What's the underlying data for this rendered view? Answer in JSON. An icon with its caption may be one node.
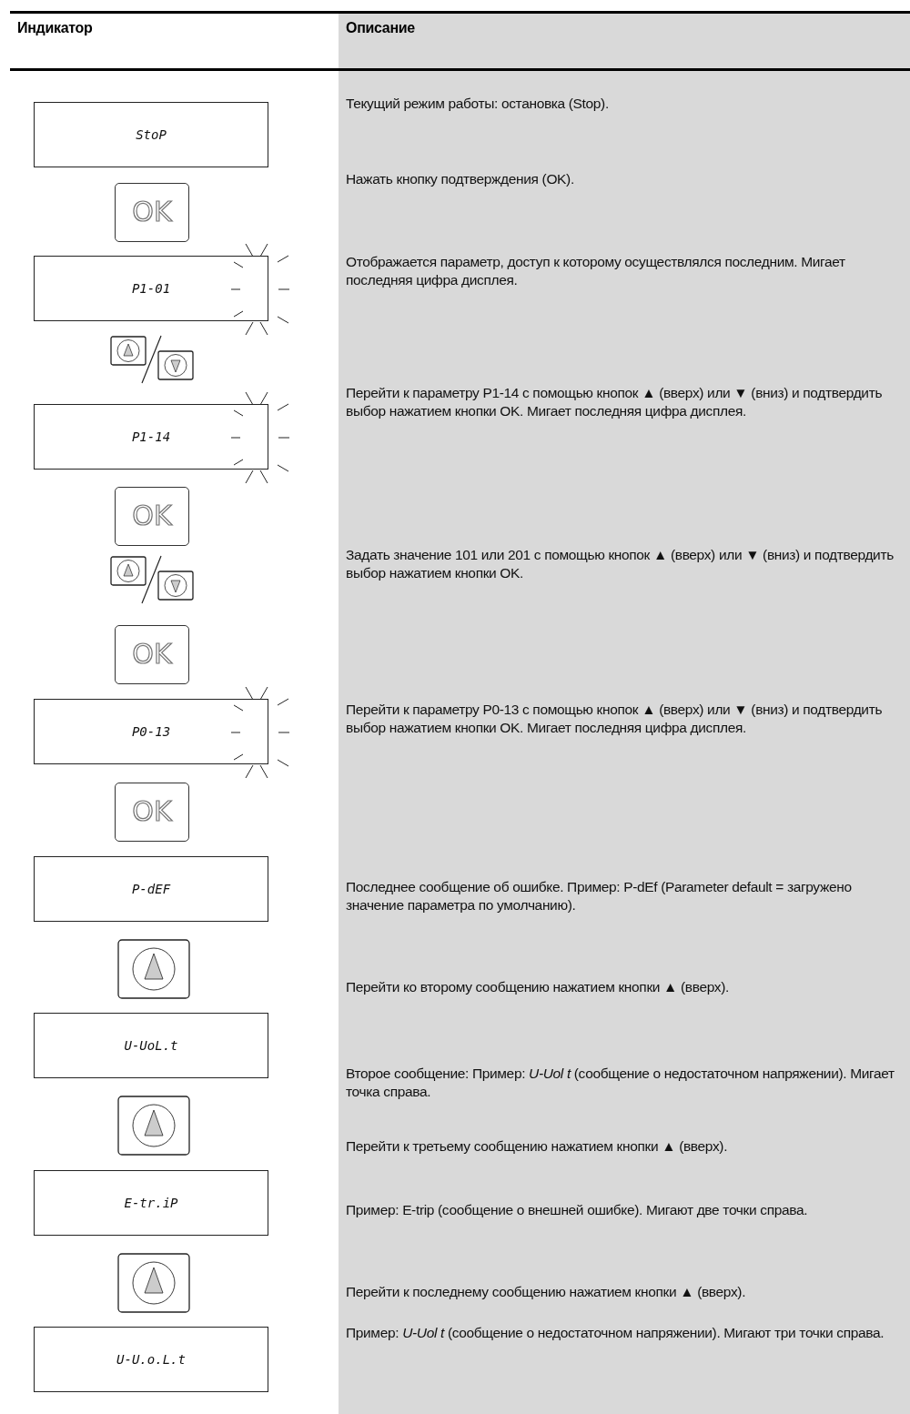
{
  "diagram": {
    "labels": [
      "Индикатор",
      "Описание",
      "StoP",
      "Текущий режим работы: остановка (Stop).",
      "OK",
      "Нажать кнопку подтверждения (OK).",
      "P1-01",
      "Отображается параметр, доступ к которому осуществлялся последним. Мигает последняя цифра дисплея.",
      "P1-14",
      "Перейти к параметру P1-14 с помощью кнопок ▲ (вверх) или ▼ (вниз) и подтвердить выбор нажатием кнопки OK. Мигает последняя цифра дисплея.",
      "OK",
      "Задать значение 101 или 201 с помощью кнопок ▲ (вверх) или ▼ (вниз) и подтвердить выбор нажатием кнопки OK.",
      "OK",
      "P0-13",
      "Перейти к параметру P0-13 с помощью кнопок ▲ (вверх) или ▼ (вниз) и подтвердить выбор нажатием кнопки OK. Мигает последняя цифра дисплея.",
      "OK",
      "P-dEF",
      "Последнее сообщение об ошибке. Пример: P-dEf (Parameter default = загружено значение параметра по умолчанию).",
      "Перейти ко второму сообщению нажатием кнопки ▲ (вверх).",
      "U-UoL.t",
      "Второе сообщение: Пример: *U-Uol t* (сообщение о недостаточном напряжении). Мигает точка справа.",
      "Перейти к третьему сообщению нажатием кнопки ▲ (вверх).",
      "E-tr.iP",
      "Пример: E-trip (сообщение о внешней ошибке). Мигают две точки справа.",
      "Перейти к последнему сообщению нажатием кнопки ▲ (вверх).",
      "U-U.o.L.t",
      "Пример: *U-Uol t* (сообщение о недостаточном напряжении). Мигают три точки справа."
    ]
  }
}
